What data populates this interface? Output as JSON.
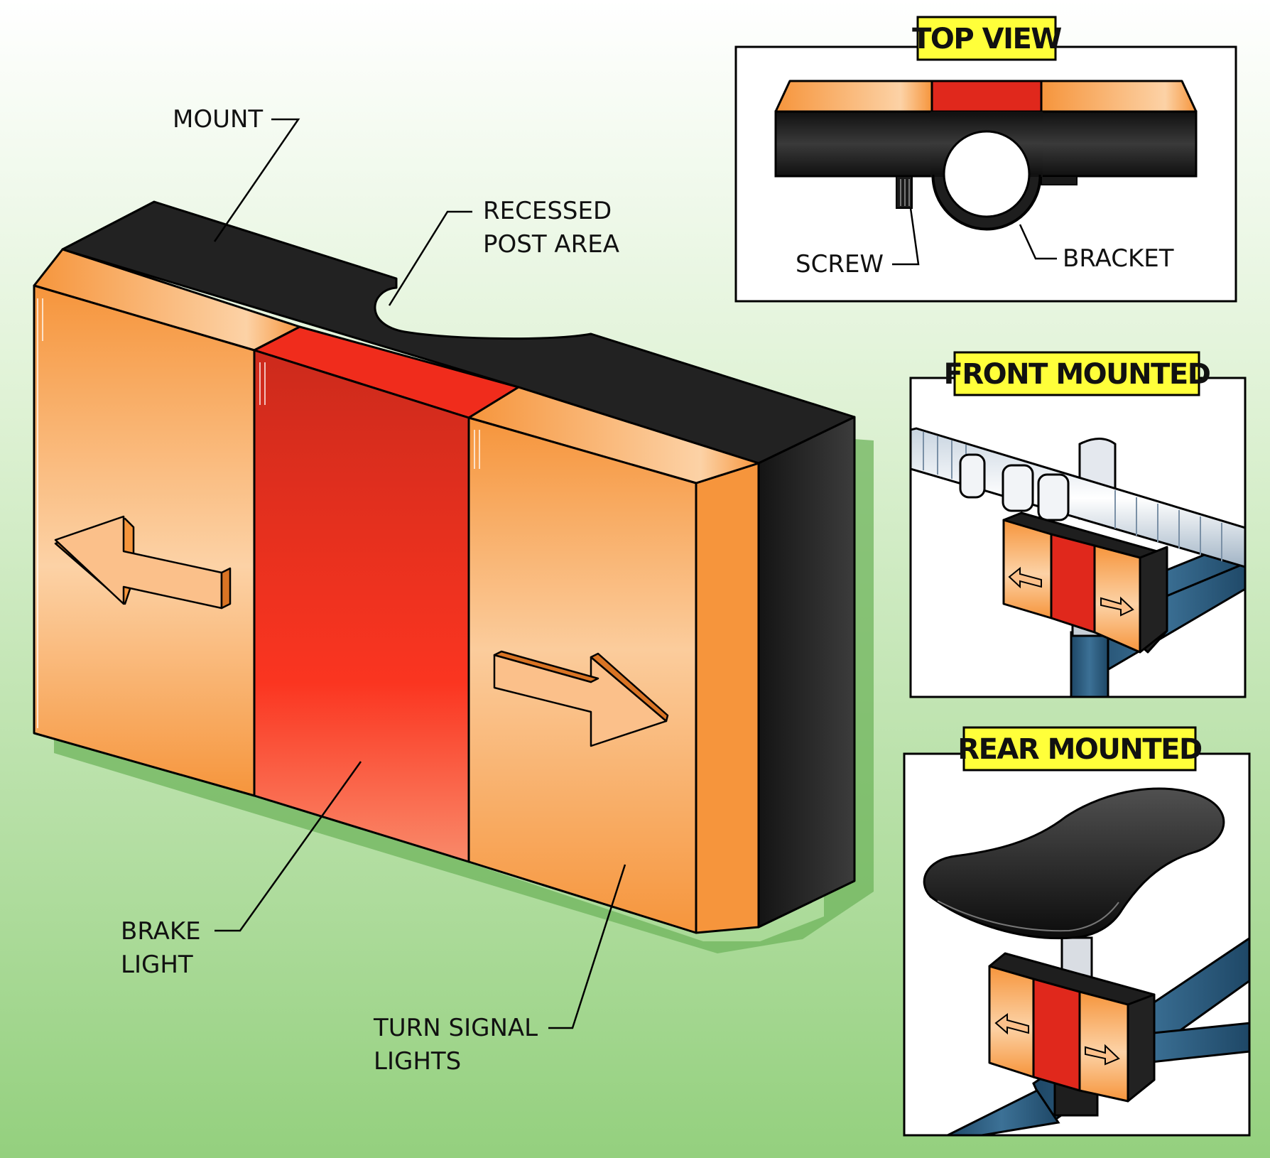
{
  "labels": {
    "mount": "MOUNT",
    "recessed_line1": "RECESSED",
    "recessed_line2": "POST AREA",
    "brake_line1": "BRAKE",
    "brake_line2": "LIGHT",
    "turn_line1": "TURN SIGNAL",
    "turn_line2": "LIGHTS"
  },
  "insets": {
    "top_view": {
      "title": "TOP VIEW",
      "screw": "SCREW",
      "bracket": "BRACKET"
    },
    "front_mounted": {
      "title": "FRONT MOUNTED"
    },
    "rear_mounted": {
      "title": "REAR MOUNTED"
    }
  },
  "colors": {
    "background_top": "#ffffff",
    "background_bottom": "#94d07e",
    "amber": "#f6953c",
    "amber_light": "#fcd2a6",
    "brake_red": "#e0281c",
    "housing_black": "#1e1e1e",
    "title_yellow": "#ffff3a",
    "bike_frame_blue": "#2a5b7d"
  }
}
